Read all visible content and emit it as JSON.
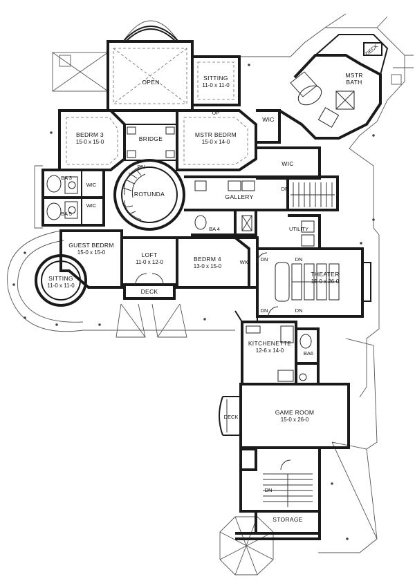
{
  "rooms": {
    "open": "OPEN",
    "sitting_top": "SITTING",
    "sitting_top_dim": "11-0 x 11-0",
    "up": "UP",
    "mstr_bath_1": "MSTR",
    "mstr_bath_2": "BATH",
    "deck_top": "DECK",
    "bedrm3": "BEDRM 3",
    "bedrm3_dim": "15-0 x 15-0",
    "bridge": "BRIDGE",
    "mstr_bedrm": "MSTR BEDRM",
    "mstr_bedrm_dim": "15-0 x 14-0",
    "wic_1": "WIC",
    "wic_2": "WIC",
    "dn_rotunda": "DN",
    "ba3": "BA 3",
    "wic_3": "WIC",
    "rotunda": "ROTUNDA",
    "gallery": "GALLERY",
    "dn_stair": "DN",
    "wic_4": "WIC",
    "ba5": "BA 5",
    "utility": "UTILITY",
    "ba4": "BA 4",
    "guest_bedrm": "GUEST BEDRM",
    "guest_bedrm_dim": "15-0 x 15-0",
    "loft": "LOFT",
    "loft_dim": "11-0 x 12-0",
    "bedrm4": "BEDRM 4",
    "bedrm4_dim": "13-0 x 15-0",
    "wic_5": "WIC",
    "dn_1": "DN",
    "dn_2": "DN",
    "theater": "THEATER",
    "theater_dim": "15-0 x 26-0",
    "sitting_left": "SITTING",
    "sitting_left_dim": "11-0 x 11-0",
    "deck_mid": "DECK",
    "dn_3": "DN",
    "dn_4": "DN",
    "kitchenette": "KITCHENETTE",
    "kitchenette_dim": "12-6 x 14-0",
    "ba6": "BA6",
    "game_room": "GAME ROOM",
    "game_room_dim": "15-0 x 26-0",
    "deck_low": "DECK",
    "dn_low": "DN",
    "storage": "STORAGE"
  }
}
